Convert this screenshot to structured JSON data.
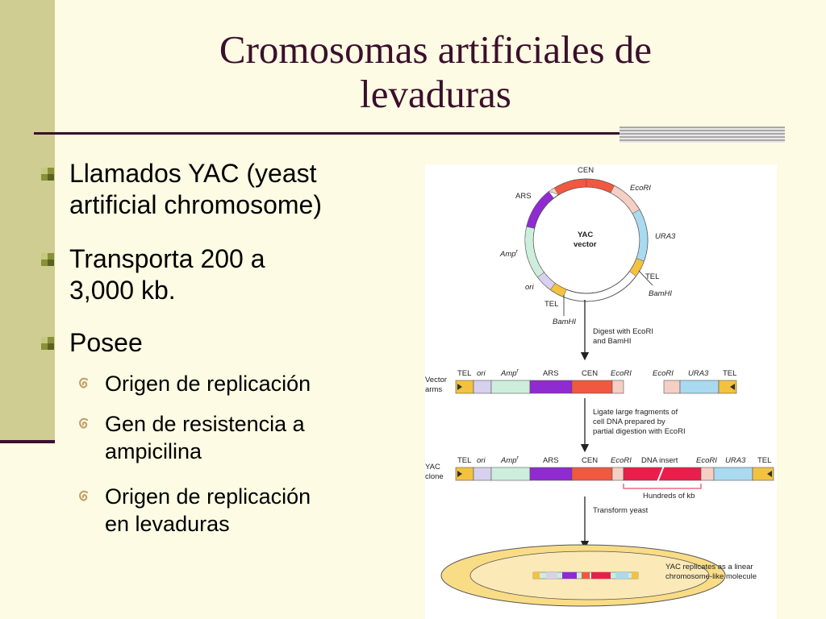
{
  "title": {
    "line1": "Cromosomas artificiales de",
    "line2": "levaduras"
  },
  "bullets": {
    "b1": {
      "line1": "Llamados YAC (yeast",
      "line2": "artificial chromosome)"
    },
    "b2": {
      "line1": "Transporta 200 a",
      "line2": "3,000 kb."
    },
    "b3": "Posee",
    "sub1": "Origen de replicación",
    "sub2": {
      "line1": "Gen de resistencia a",
      "line2": "ampicilina"
    },
    "sub3": {
      "line1": "Origen de replicación",
      "line2": "en levaduras"
    }
  },
  "figure": {
    "circle": {
      "cen": "CEN",
      "ecori": "EcoRI",
      "ars": "ARS",
      "ura3": "URA3",
      "ampr": "Amp",
      "ampr_sup": "r",
      "ori": "ori",
      "tel_right": "TEL",
      "tel_left": "TEL",
      "bamhi_right": "BamHI",
      "bamhi_left": "BamHI",
      "center1": "YAC",
      "center2": "vector"
    },
    "steps": {
      "digest1": "Digest with EcoRI",
      "digest2": "and BamHI",
      "ligate1": "Ligate large fragments of",
      "ligate2": "cell DNA prepared by",
      "ligate3": "partial digestion with EcoRI",
      "transform": "Transform yeast",
      "replicates1": "YAC replicates as a linear",
      "replicates2": "chromosome-like molecule"
    },
    "arms": {
      "label1": "Vector",
      "label2": "arms",
      "tel1": "TEL",
      "ori": "ori",
      "amp": "Amp",
      "amp_sup": "r",
      "ars": "ARS",
      "cen": "CEN",
      "ecori1": "EcoRI",
      "ecori2": "EcoRI",
      "ura3": "URA3",
      "tel2": "TEL"
    },
    "clone": {
      "label1": "YAC",
      "label2": "clone",
      "tel1": "TEL",
      "ori": "ori",
      "amp": "Amp",
      "amp_sup": "r",
      "ars": "ARS",
      "cen": "CEN",
      "ecori1": "EcoRI",
      "insert": "DNA insert",
      "ecori2": "EcoRI",
      "ura3": "URA3",
      "tel2": "TEL",
      "hundreds": "Hundreds of kb"
    }
  },
  "colors": {
    "accent": "#3a0f2c",
    "sidebar": "#cfcd92",
    "background": "#fdfbe3",
    "tel": "#f3c23e",
    "ori": "#d7d0ee",
    "amp": "#cdeedd",
    "ars": "#8f2bd0",
    "cen": "#f0583f",
    "ecori": "#f5cfc4",
    "ura3": "#a9daf0",
    "insert": "#ea1e4a"
  }
}
